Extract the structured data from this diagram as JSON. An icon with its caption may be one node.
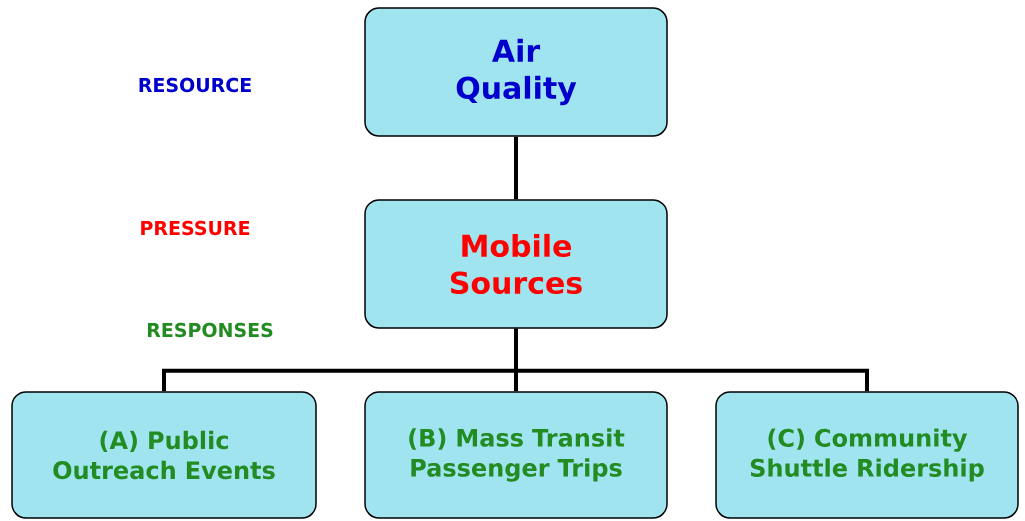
{
  "diagram": {
    "nodes": [
      {
        "text": [
          "Air Quality"
        ]
      },
      {
        "text": [
          "Mobile Sources"
        ]
      },
      {
        "text": [
          "(A) Public Outreach Events"
        ]
      },
      {
        "text": [
          "(B) Mass Transit Passenger Trips"
        ]
      },
      {
        "text": [
          "(C) Community Shuttle Ridership"
        ]
      }
    ],
    "edges": [
      {
        "from": 0,
        "to": 1,
        "arrow": "none"
      },
      {
        "from": 1,
        "to": 2,
        "arrow": "none"
      },
      {
        "from": 1,
        "to": 3,
        "arrow": "none"
      },
      {
        "from": 1,
        "to": 4,
        "arrow": "none"
      }
    ],
    "labels": [
      "RESOURCE",
      "PRESSURE",
      "RESPONSES"
    ]
  }
}
